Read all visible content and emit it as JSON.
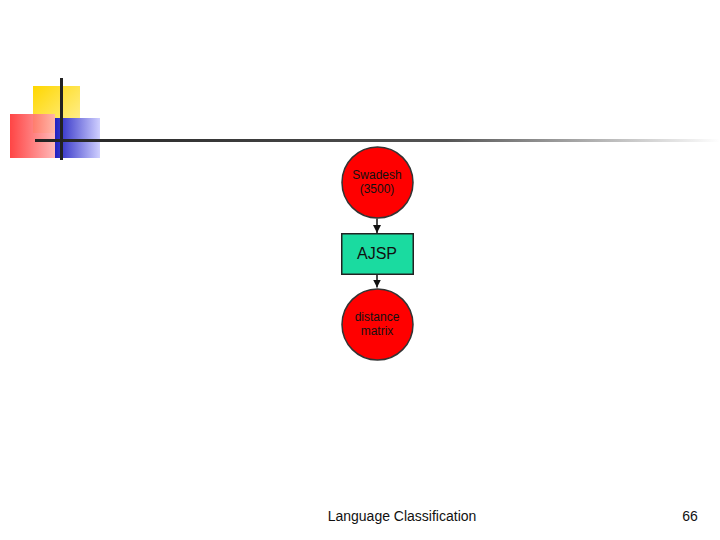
{
  "diagram": {
    "nodes": [
      {
        "text": [
          "Swadesh (3500)"
        ]
      },
      {
        "text": [
          "AJSP"
        ]
      },
      {
        "text": [
          "distance matrix"
        ]
      }
    ],
    "edges": [
      {
        "from": 0,
        "to": 1,
        "arrow": "to"
      },
      {
        "from": 1,
        "to": 2,
        "arrow": "to"
      }
    ],
    "labels": [
      "Language Classification",
      "66"
    ]
  }
}
